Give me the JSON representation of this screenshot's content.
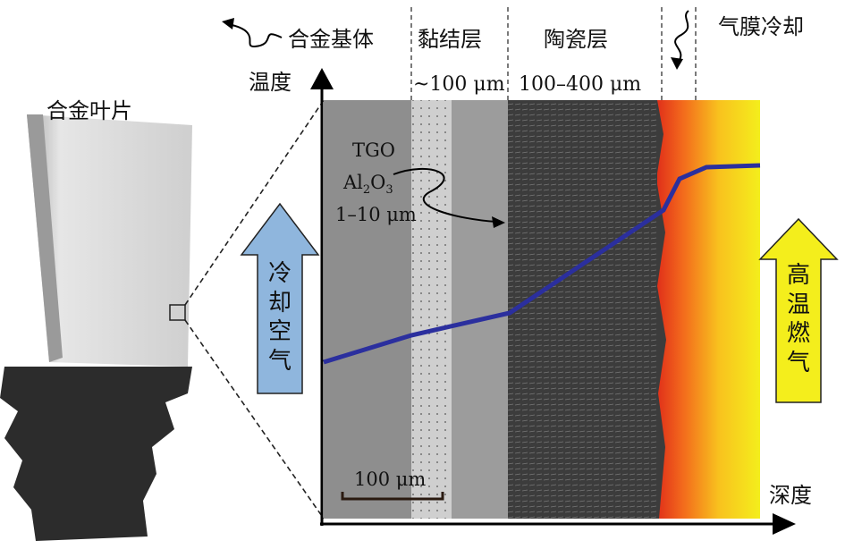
{
  "blade_label": "合金叶片",
  "layers": {
    "substrate": "合金基体",
    "bond_coat": "黏结层",
    "ceramic": "陶瓷层",
    "film_cooling": "气膜冷却"
  },
  "thickness": {
    "bond_coat": "~100 μm",
    "ceramic": "100–400 μm"
  },
  "tgo": {
    "line1": "TGO",
    "formula_al": "Al",
    "sub2": "2",
    "formula_o": "O",
    "sub3": "3",
    "thickness": "1–10 μm"
  },
  "axes": {
    "y": "温度",
    "x": "深度"
  },
  "cooling_air": "冷却空气",
  "hot_gas": "高温燃气",
  "scale_bar": "100 μm",
  "colors": {
    "temperature_line": "#2b2f9e",
    "cooling_arrow": "#8fb6dd",
    "gas_arrow": "#f4ee1c"
  }
}
